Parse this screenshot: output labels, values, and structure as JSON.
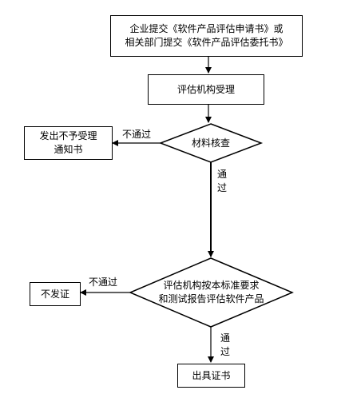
{
  "nodes": {
    "submit": {
      "line1": "企业提交《软件产品评估申请书》或",
      "line2": "相关部门提交《软件产品评估委托书》"
    },
    "accept": {
      "label": "评估机构受理"
    },
    "material_check": {
      "label": "材料核查"
    },
    "reject_notice": {
      "line1": "发出不予受理",
      "line2": "通知书"
    },
    "evaluate": {
      "line1": "评估机构按本标准要求",
      "line2": "和测试报告评估软件产品"
    },
    "no_cert": {
      "label": "不发证"
    },
    "issue_cert": {
      "label": "出具证书"
    }
  },
  "edges": {
    "check_fail": "不通过",
    "check_pass_1": "通",
    "check_pass_2": "过",
    "eval_fail": "不通过",
    "eval_pass_1": "通",
    "eval_pass_2": "过"
  }
}
